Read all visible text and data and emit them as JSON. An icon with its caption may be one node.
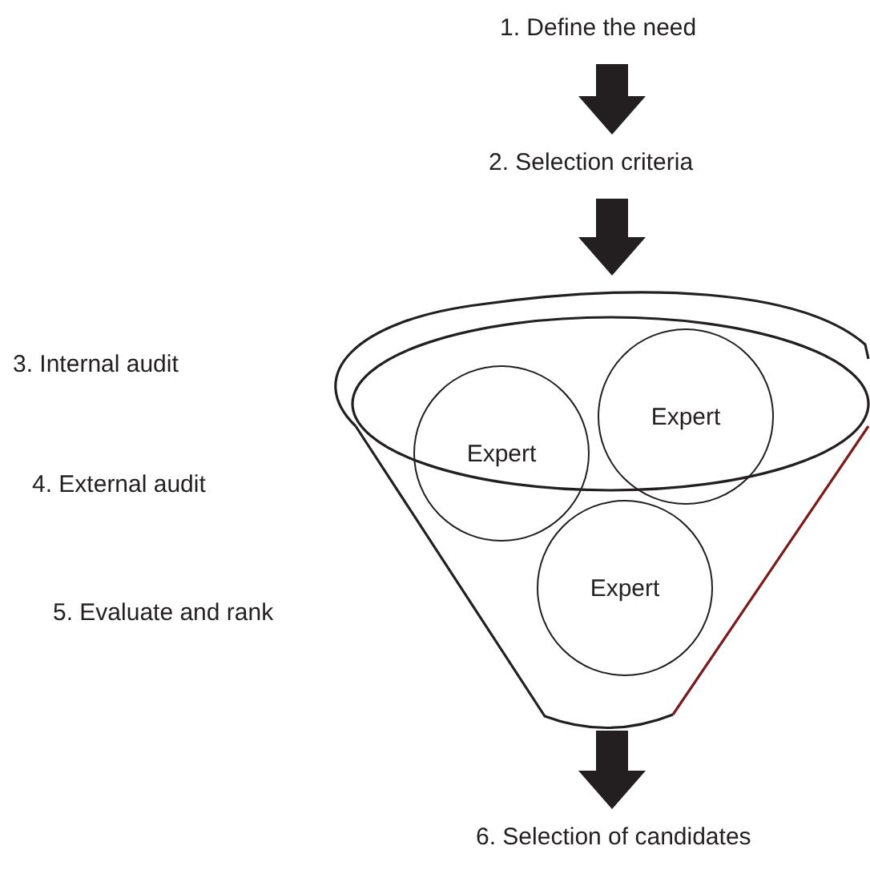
{
  "diagram": {
    "nodes": [
      {
        "text": [
          "1.  Define the need"
        ]
      },
      {
        "text": [
          "2.  Selection criteria"
        ]
      },
      {
        "text": [],
        "shape": "funnel"
      },
      {
        "text": [
          "Expert"
        ],
        "in": 2
      },
      {
        "text": [
          "Expert"
        ],
        "in": 2
      },
      {
        "text": [
          "Expert"
        ],
        "in": 2
      },
      {
        "text": [
          "6.  Selection of candidates"
        ]
      }
    ],
    "edges": [
      {
        "from": 0,
        "to": 1,
        "arrow": "to"
      },
      {
        "from": 1,
        "to": 2,
        "arrow": "to"
      },
      {
        "from": 2,
        "to": 6,
        "arrow": "to"
      }
    ],
    "labels": [
      "3.  Internal audit",
      "4.  External audit",
      "5.  Evaluate and rank"
    ]
  }
}
